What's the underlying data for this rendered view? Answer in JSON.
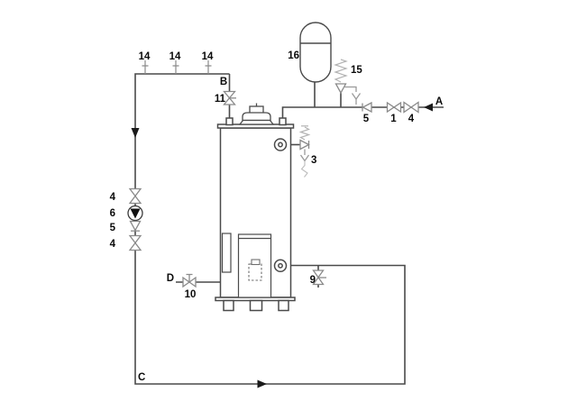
{
  "diagram": {
    "kind": "water-heater-piping-schematic",
    "connection_points": {
      "cold_inlet": "A",
      "hot_outlet": "B",
      "recirculation_return": "C",
      "gas_supply": "D"
    },
    "component_tags": {
      "inlet_shutoff_valve": "4",
      "inlet_valve": "1",
      "inlet_check_valve": "5",
      "temperature_pressure_relief_valve": "3",
      "safety_relief_valve": "15",
      "expansion_vessel": "16",
      "hot_outlet_valve": "11",
      "pipe_supports": [
        "14",
        "14",
        "14"
      ],
      "recirc_shutoff_top": "4",
      "circulation_pump": "6",
      "recirc_check_valve": "5",
      "recirc_shutoff_bottom": "4",
      "gas_valve": "10",
      "drain_valve": "9"
    },
    "colors": {
      "line": "#4a4a4a",
      "glyph": "#8a8a8a",
      "label": "#0a0a0a",
      "background": "#ffffff"
    }
  }
}
